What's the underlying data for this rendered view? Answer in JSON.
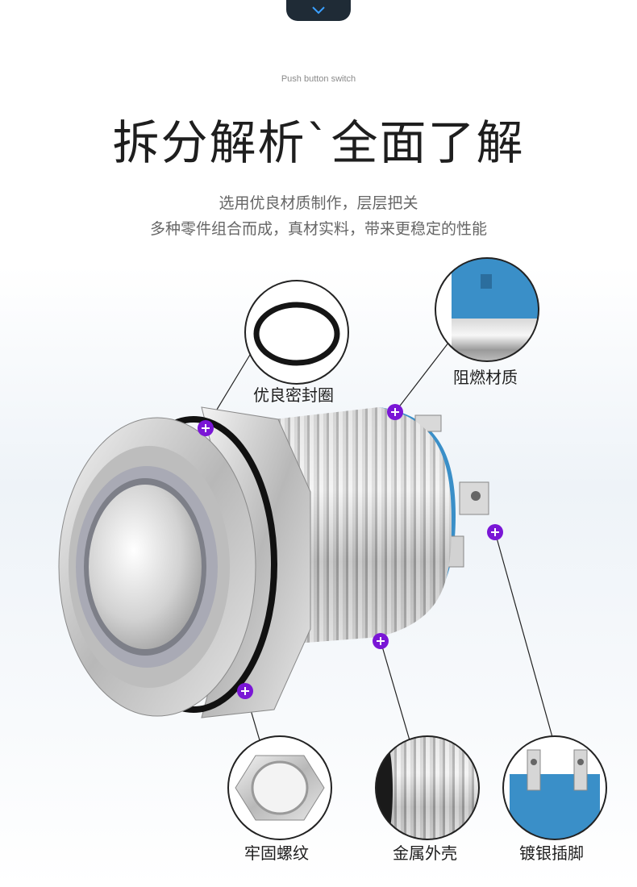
{
  "header": {
    "chevron": "chevron-down-icon"
  },
  "subtitle": "Push button switch",
  "title": "拆分解析`全面了解",
  "description": {
    "line1": "选用优良材质制作，层层把关",
    "line2": "多种零件组合而成，真材实料，带来更稳定的性能"
  },
  "callouts": {
    "seal": "优良密封圈",
    "material": "阻燃材质",
    "nut": "牢固螺纹",
    "shell": "金属外壳",
    "pins": "镀银插脚"
  },
  "colors": {
    "marker": "#7a16d6",
    "base": "#3a8fc8",
    "text": "#1e1e1e"
  }
}
